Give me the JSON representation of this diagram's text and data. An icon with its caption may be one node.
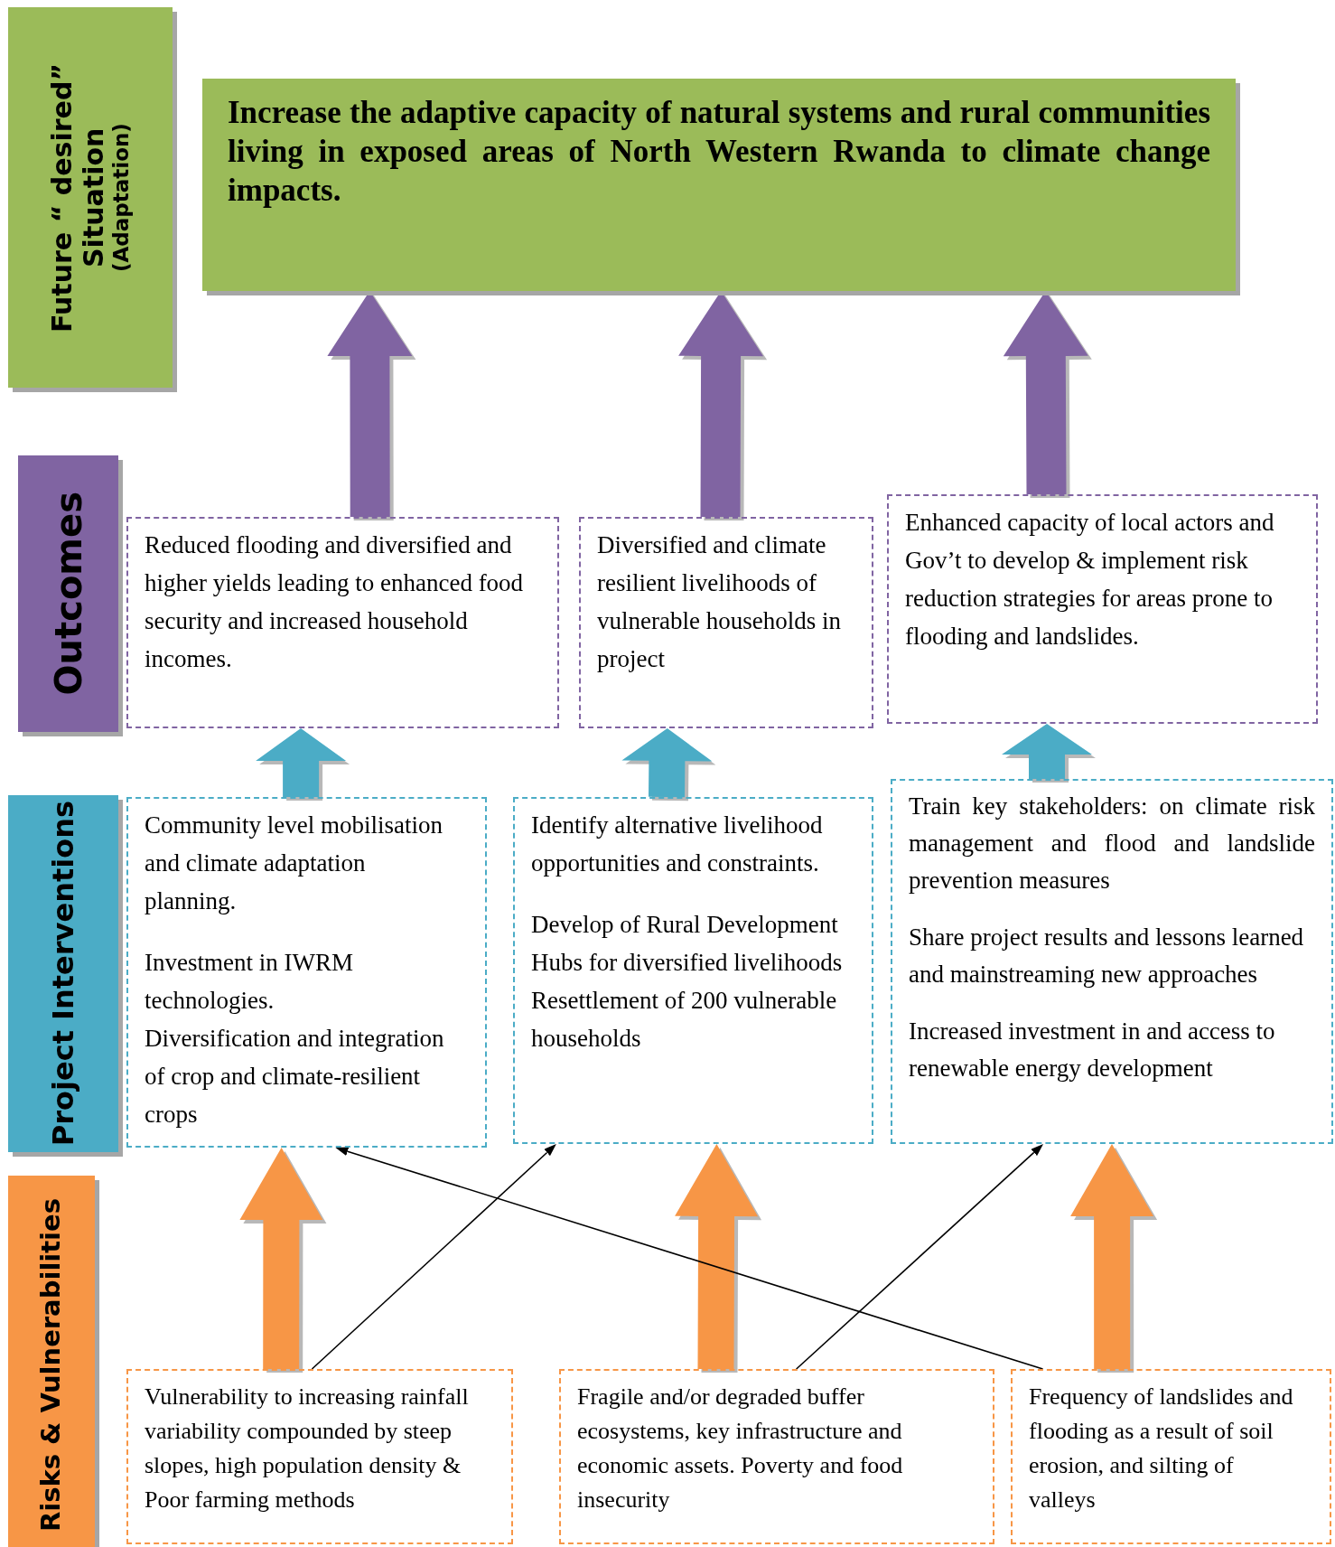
{
  "diagram": {
    "nodes": [
      {
        "text": [
          "Future “ desired” Situation",
          "(Adaptation)"
        ]
      },
      {
        "text": [
          "Increase the adaptive capacity of natural systems and rural communities living in exposed areas of North Western Rwanda to climate change impacts."
        ]
      },
      {
        "text": [
          "Outcomes"
        ]
      },
      {
        "text": [
          "Reduced flooding and diversified and higher yields leading to enhanced food security and increased household incomes."
        ]
      },
      {
        "text": [
          "Diversified and climate resilient livelihoods of vulnerable households in project"
        ]
      },
      {
        "text": [
          "Enhanced capacity of local actors and Gov’t to develop & implement risk reduction strategies for areas prone to flooding and landslides."
        ]
      },
      {
        "text": [
          "Project Interventions"
        ]
      },
      {
        "text": [
          "Community level mobilisation and climate adaptation planning.",
          "Investment in IWRM technologies.",
          "Diversification and integration of crop and climate-resilient crops"
        ]
      },
      {
        "text": [
          "Identify  alternative livelihood opportunities and constraints.",
          "Develop of Rural Development Hubs for diversified livelihoods",
          "Resettlement of 200 vulnerable households"
        ]
      },
      {
        "text": [
          "Train key stakeholders: on climate risk management and flood and landslide prevention measures",
          "Share project results and lessons learned and mainstreaming new approaches",
          "Increased investment in and access to renewable energy development"
        ]
      },
      {
        "text": [
          "Risks & Vulnerabilities"
        ]
      },
      {
        "text": [
          "Vulnerability to increasing rainfall variability compounded by steep slopes, high population density & Poor farming methods"
        ]
      },
      {
        "text": [
          "Fragile and/or degraded buffer ecosystems, key infrastructure and economic assets. Poverty and food insecurity"
        ]
      },
      {
        "text": [
          "Frequency of landslides and flooding as a result of soil erosion, and silting of valleys"
        ]
      }
    ],
    "edges": [
      {
        "from": 3,
        "to": 1,
        "arrow": "to",
        "style": "thick",
        "color": "#8064a2"
      },
      {
        "from": 4,
        "to": 1,
        "arrow": "to",
        "style": "thick",
        "color": "#8064a2"
      },
      {
        "from": 5,
        "to": 1,
        "arrow": "to",
        "style": "thick",
        "color": "#8064a2"
      },
      {
        "from": 7,
        "to": 3,
        "arrow": "to",
        "style": "thick",
        "color": "#4bacc6"
      },
      {
        "from": 8,
        "to": 4,
        "arrow": "to",
        "style": "thick",
        "color": "#4bacc6"
      },
      {
        "from": 9,
        "to": 5,
        "arrow": "to",
        "style": "thick",
        "color": "#4bacc6"
      },
      {
        "from": 11,
        "to": 7,
        "arrow": "to",
        "style": "thick",
        "color": "#f79646"
      },
      {
        "from": 12,
        "to": 8,
        "arrow": "to",
        "style": "thick",
        "color": "#f79646"
      },
      {
        "from": 13,
        "to": 9,
        "arrow": "to",
        "style": "thick",
        "color": "#f79646"
      },
      {
        "from": 11,
        "to": 8,
        "arrow": "to",
        "color": "#000000"
      },
      {
        "from": 12,
        "to": 9,
        "arrow": "to",
        "color": "#000000"
      },
      {
        "from": 13,
        "to": 7,
        "arrow": "to",
        "color": "#000000"
      }
    ]
  }
}
